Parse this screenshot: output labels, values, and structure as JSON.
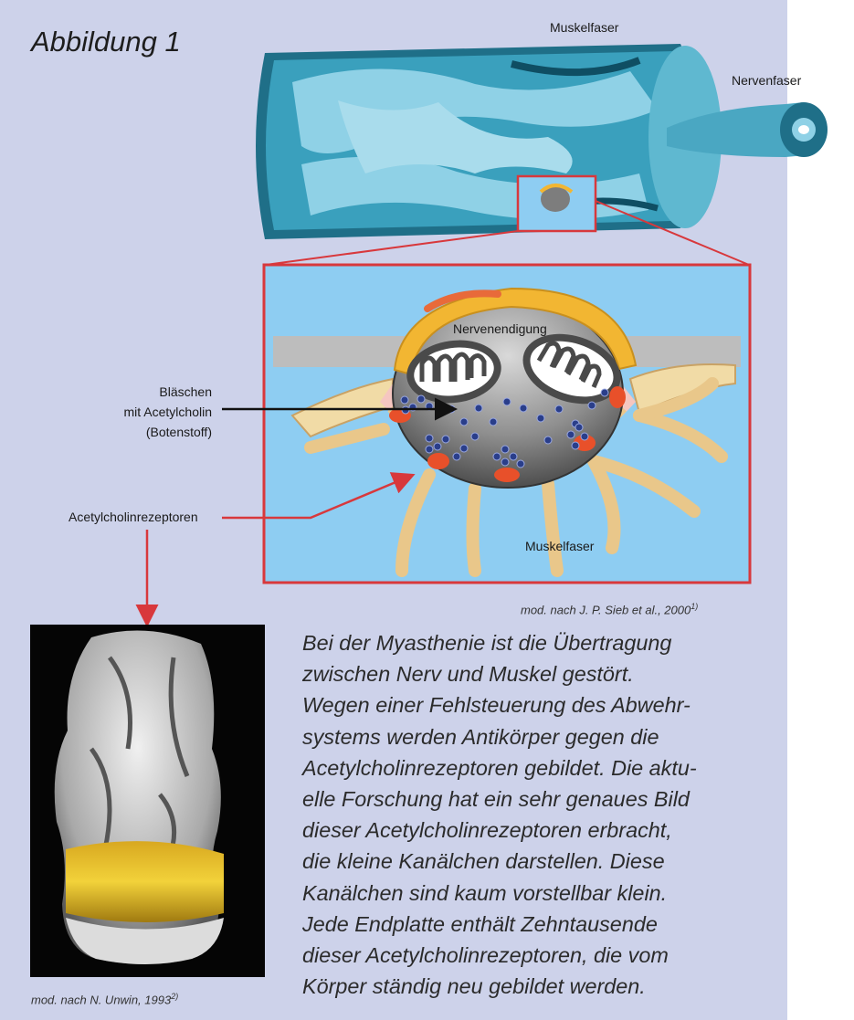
{
  "figure": {
    "title": "Abbildung 1",
    "labels": {
      "muscle_fiber_top": "Muskelfaser",
      "nerve_fiber": "Nervenfaser",
      "nerve_ending": "Nervenendigung",
      "vesicles_line1": "Bläschen",
      "vesicles_line2": "mit Acetylcholin",
      "vesicles_line3": "(Botenstoff)",
      "receptors": "Acetylcholinrezeptoren",
      "muscle_fiber_bottom": "Muskelfaser"
    },
    "credits": {
      "sieb": {
        "text": "mod. nach J. P. Sieb et al., 2000",
        "sup": "1)"
      },
      "unwin": {
        "text": "mod. nach N. Unwin, 1993",
        "sup": "2)"
      }
    }
  },
  "paragraph": {
    "lines": [
      "Bei der Myasthenie ist die Übertragung",
      "zwischen Nerv und Muskel gestört.",
      "Wegen einer Fehlsteuerung des Abwehr-",
      "systems werden Antikörper gegen die",
      "Acetylcholinrezeptoren gebildet. Die aktu-",
      "elle Forschung hat ein sehr genaues Bild",
      "dieser Acetylcholinrezeptoren erbracht,",
      "die kleine Kanälchen darstellen. Diese",
      "Kanälchen sind kaum vorstellbar klein.",
      "Jede Endplatte enthält Zehntausende",
      "dieser Acetylcholinrezeptoren, die vom",
      "Körper ständig neu gebildet werden."
    ]
  },
  "colors": {
    "panel_bg": "#cdd2ea",
    "highlight_red": "#d8383c",
    "synapse_bg": "#8ecdf2",
    "muscle_teal": "#2f8fab"
  }
}
